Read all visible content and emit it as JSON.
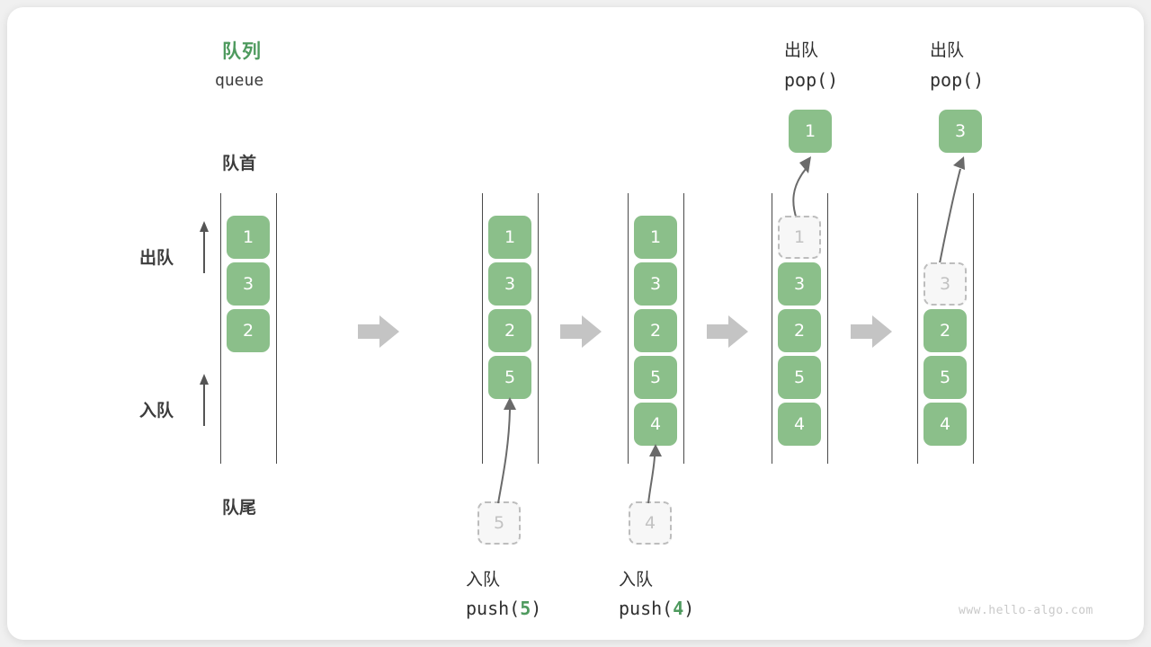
{
  "diagram": {
    "title_cn": "队列",
    "title_en": "queue",
    "front_label": "队首",
    "rear_label": "队尾",
    "dequeue_label": "出队",
    "enqueue_label": "入队",
    "watermark": "www.hello-algo.com",
    "accent_color": "#4e9a5e",
    "cell_color": "#8bbf8a",
    "ghost_color": "#f7f7f7"
  },
  "stages": [
    {
      "id": "initial",
      "cells": [
        "1",
        "3",
        "2"
      ],
      "caption_cn": "",
      "caption_code": ""
    },
    {
      "id": "push-5",
      "cells": [
        "1",
        "3",
        "2",
        "5"
      ],
      "incoming": "5",
      "caption_cn": "入队",
      "caption_code_prefix": "push(",
      "caption_code_arg": "5",
      "caption_code_suffix": ")"
    },
    {
      "id": "push-4",
      "cells": [
        "1",
        "3",
        "2",
        "5",
        "4"
      ],
      "incoming": "4",
      "caption_cn": "入队",
      "caption_code_prefix": "push(",
      "caption_code_arg": "4",
      "caption_code_suffix": ")"
    },
    {
      "id": "pop-1",
      "cells": [
        "3",
        "2",
        "5",
        "4"
      ],
      "removed": "1",
      "popped_value": "1",
      "header_cn": "出队",
      "header_code": "pop()"
    },
    {
      "id": "pop-3",
      "cells": [
        "2",
        "5",
        "4"
      ],
      "removed": "3",
      "popped_value": "3",
      "header_cn": "出队",
      "header_code": "pop()"
    }
  ]
}
